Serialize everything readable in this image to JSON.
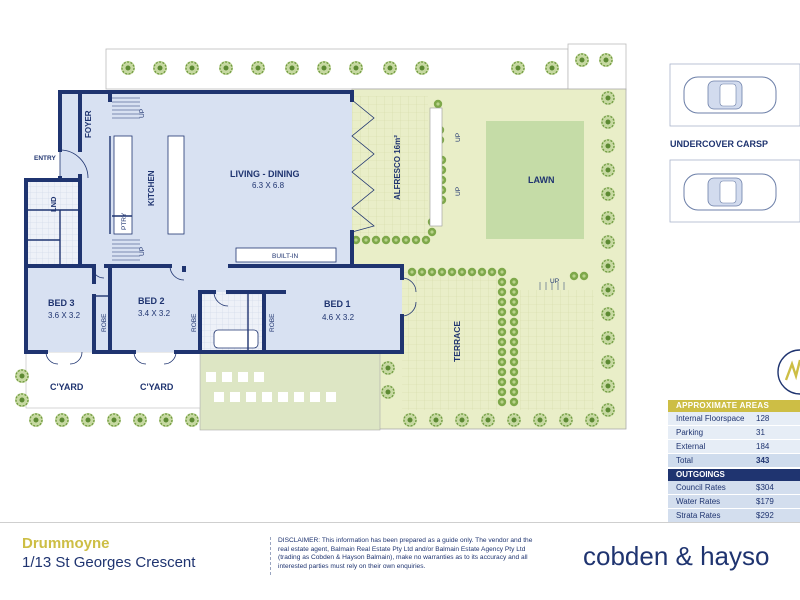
{
  "rooms": {
    "foyer": "FOYER",
    "entry": "ENTRY",
    "lnd": "LND",
    "kitchen": "KITCHEN",
    "ptry": "PTRY",
    "living": "LIVING - DINING",
    "living_dim": "6.3 X 6.8",
    "built_in": "BUILT-IN",
    "alfresco": "ALFRESCO 16m²",
    "lawn": "LAWN",
    "bed1": "BED 1",
    "bed1_dim": "4.6 X 3.2",
    "bed2": "BED 2",
    "bed2_dim": "3.4 X 3.2",
    "bed3": "BED 3",
    "bed3_dim": "3.6 X 3.2",
    "robe": "ROBE",
    "cyard": "C'YARD",
    "terrace": "TERRACE",
    "up": "UP",
    "carport": "UNDERCOVER CARSP"
  },
  "areas": {
    "header": "APPROXIMATE AREAS",
    "rows": [
      {
        "label": "Internal Floorspace",
        "value": "128"
      },
      {
        "label": "Parking",
        "value": "31"
      },
      {
        "label": "External",
        "value": "184"
      },
      {
        "label": "Total",
        "value": "343"
      }
    ],
    "outgoings_header": "OUTGOINGS",
    "outgoings": [
      {
        "label": "Council Rates",
        "value": "$304"
      },
      {
        "label": "Water Rates",
        "value": "$179"
      },
      {
        "label": "Strata Rates",
        "value": "$292"
      }
    ]
  },
  "footer": {
    "suburb": "Drummoyne",
    "address": "1/13 St Georges Crescent",
    "disclaimer": "DISCLAIMER: This information has been prepared as a guide only. The vendor and the real estate agent, Balmain Real Estate Pty Ltd and/or Balmain Estate Agency Pty Ltd (trading as Cobden & Hayson Balmain), make no warranties as to its accuracy and all interested parties must rely on their own enquiries.",
    "brand": "cobden & hayso"
  },
  "colors": {
    "wall": "#1f3470",
    "interior": "#d8e1f2",
    "garden": "#e8edc4",
    "gold": "#cdbe45",
    "tree": "#6f9a3f"
  }
}
